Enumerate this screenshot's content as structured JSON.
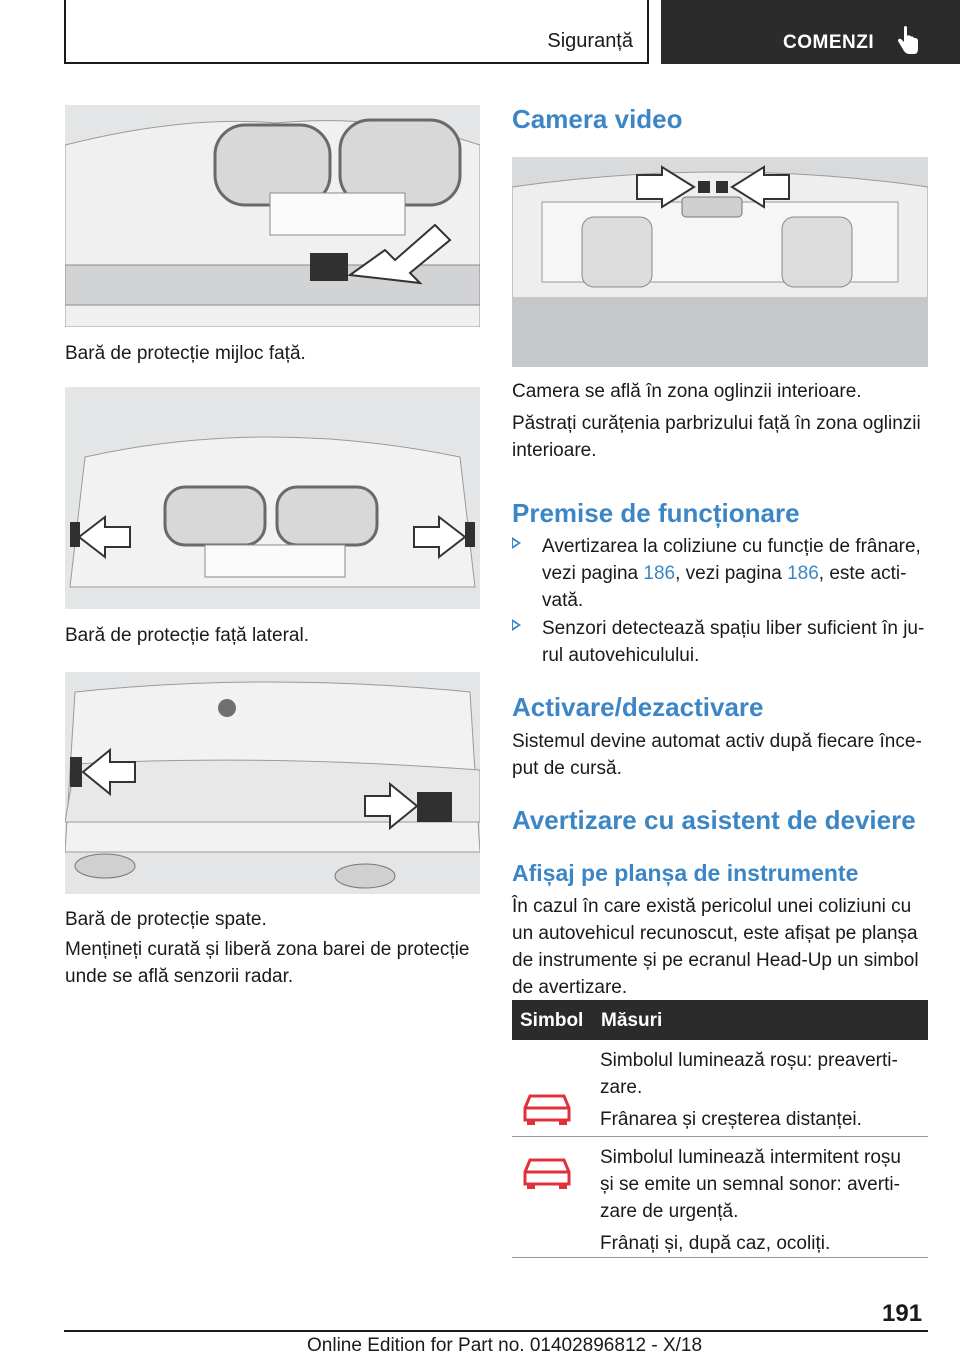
{
  "header": {
    "section": "Siguranță",
    "chapter": "COMENZI"
  },
  "left": {
    "caption1": "Bară de protecție mijloc față.",
    "caption2": "Bară de protecție față lateral.",
    "caption3": "Bară de protecție spate.",
    "para1_l1": "Mențineți curată și liberă zona barei de protecție",
    "para1_l2": "unde se află senzorii radar."
  },
  "right": {
    "h_camera": "Camera video",
    "cam_p1": "Camera se află în zona oglinzii interioare.",
    "cam_p2_l1": "Păstrați curățenia parbrizului față în zona oglinzii",
    "cam_p2_l2": "interioare.",
    "h_premise": "Premise de funcționare",
    "b1_l1": "Avertizarea la coliziune cu funcție de frânare,",
    "b1_l2a": "vezi pagina ",
    "b1_link1": "186",
    "b1_l2b": ", vezi pagina ",
    "b1_link2": "186",
    "b1_l2c": ", este acti-",
    "b1_l3": "vată.",
    "b2_l1": "Senzori detectează spațiu liber suficient în ju-",
    "b2_l2": "rul autovehiculului.",
    "h_activare": "Activare/dezactivare",
    "act_l1": "Sistemul devine automat activ după fiecare înce-",
    "act_l2": "put de cursă.",
    "h_avertizare": "Avertizare cu asistent de deviere",
    "h_afisaj": "Afișaj pe planșa de instrumente",
    "af_l1": "În cazul în care există pericolul unei coliziuni cu",
    "af_l2": "un autovehicul recunoscut, este afișat pe planșa",
    "af_l3": "de instrumente și pe ecranul Head-Up un simbol",
    "af_l4": "de avertizare."
  },
  "table": {
    "col_symbol": "Simbol",
    "col_measures": "Măsuri",
    "row1_l1": "Simbolul luminează roșu: preaverti-",
    "row1_l2": "zare.",
    "row1_l3": "Frânarea și creșterea distanței.",
    "row2_l1": "Simbolul luminează intermitent roșu",
    "row2_l2": "și se emite un semnal sonor: averti-",
    "row2_l3": "zare de urgență.",
    "row2_l4": "Frânați și, după caz, ocoliți.",
    "symbol_color": "#e0313a"
  },
  "footer": {
    "page_number": "191",
    "edition": "Online Edition for Part no. 01402896812 - X/18"
  }
}
